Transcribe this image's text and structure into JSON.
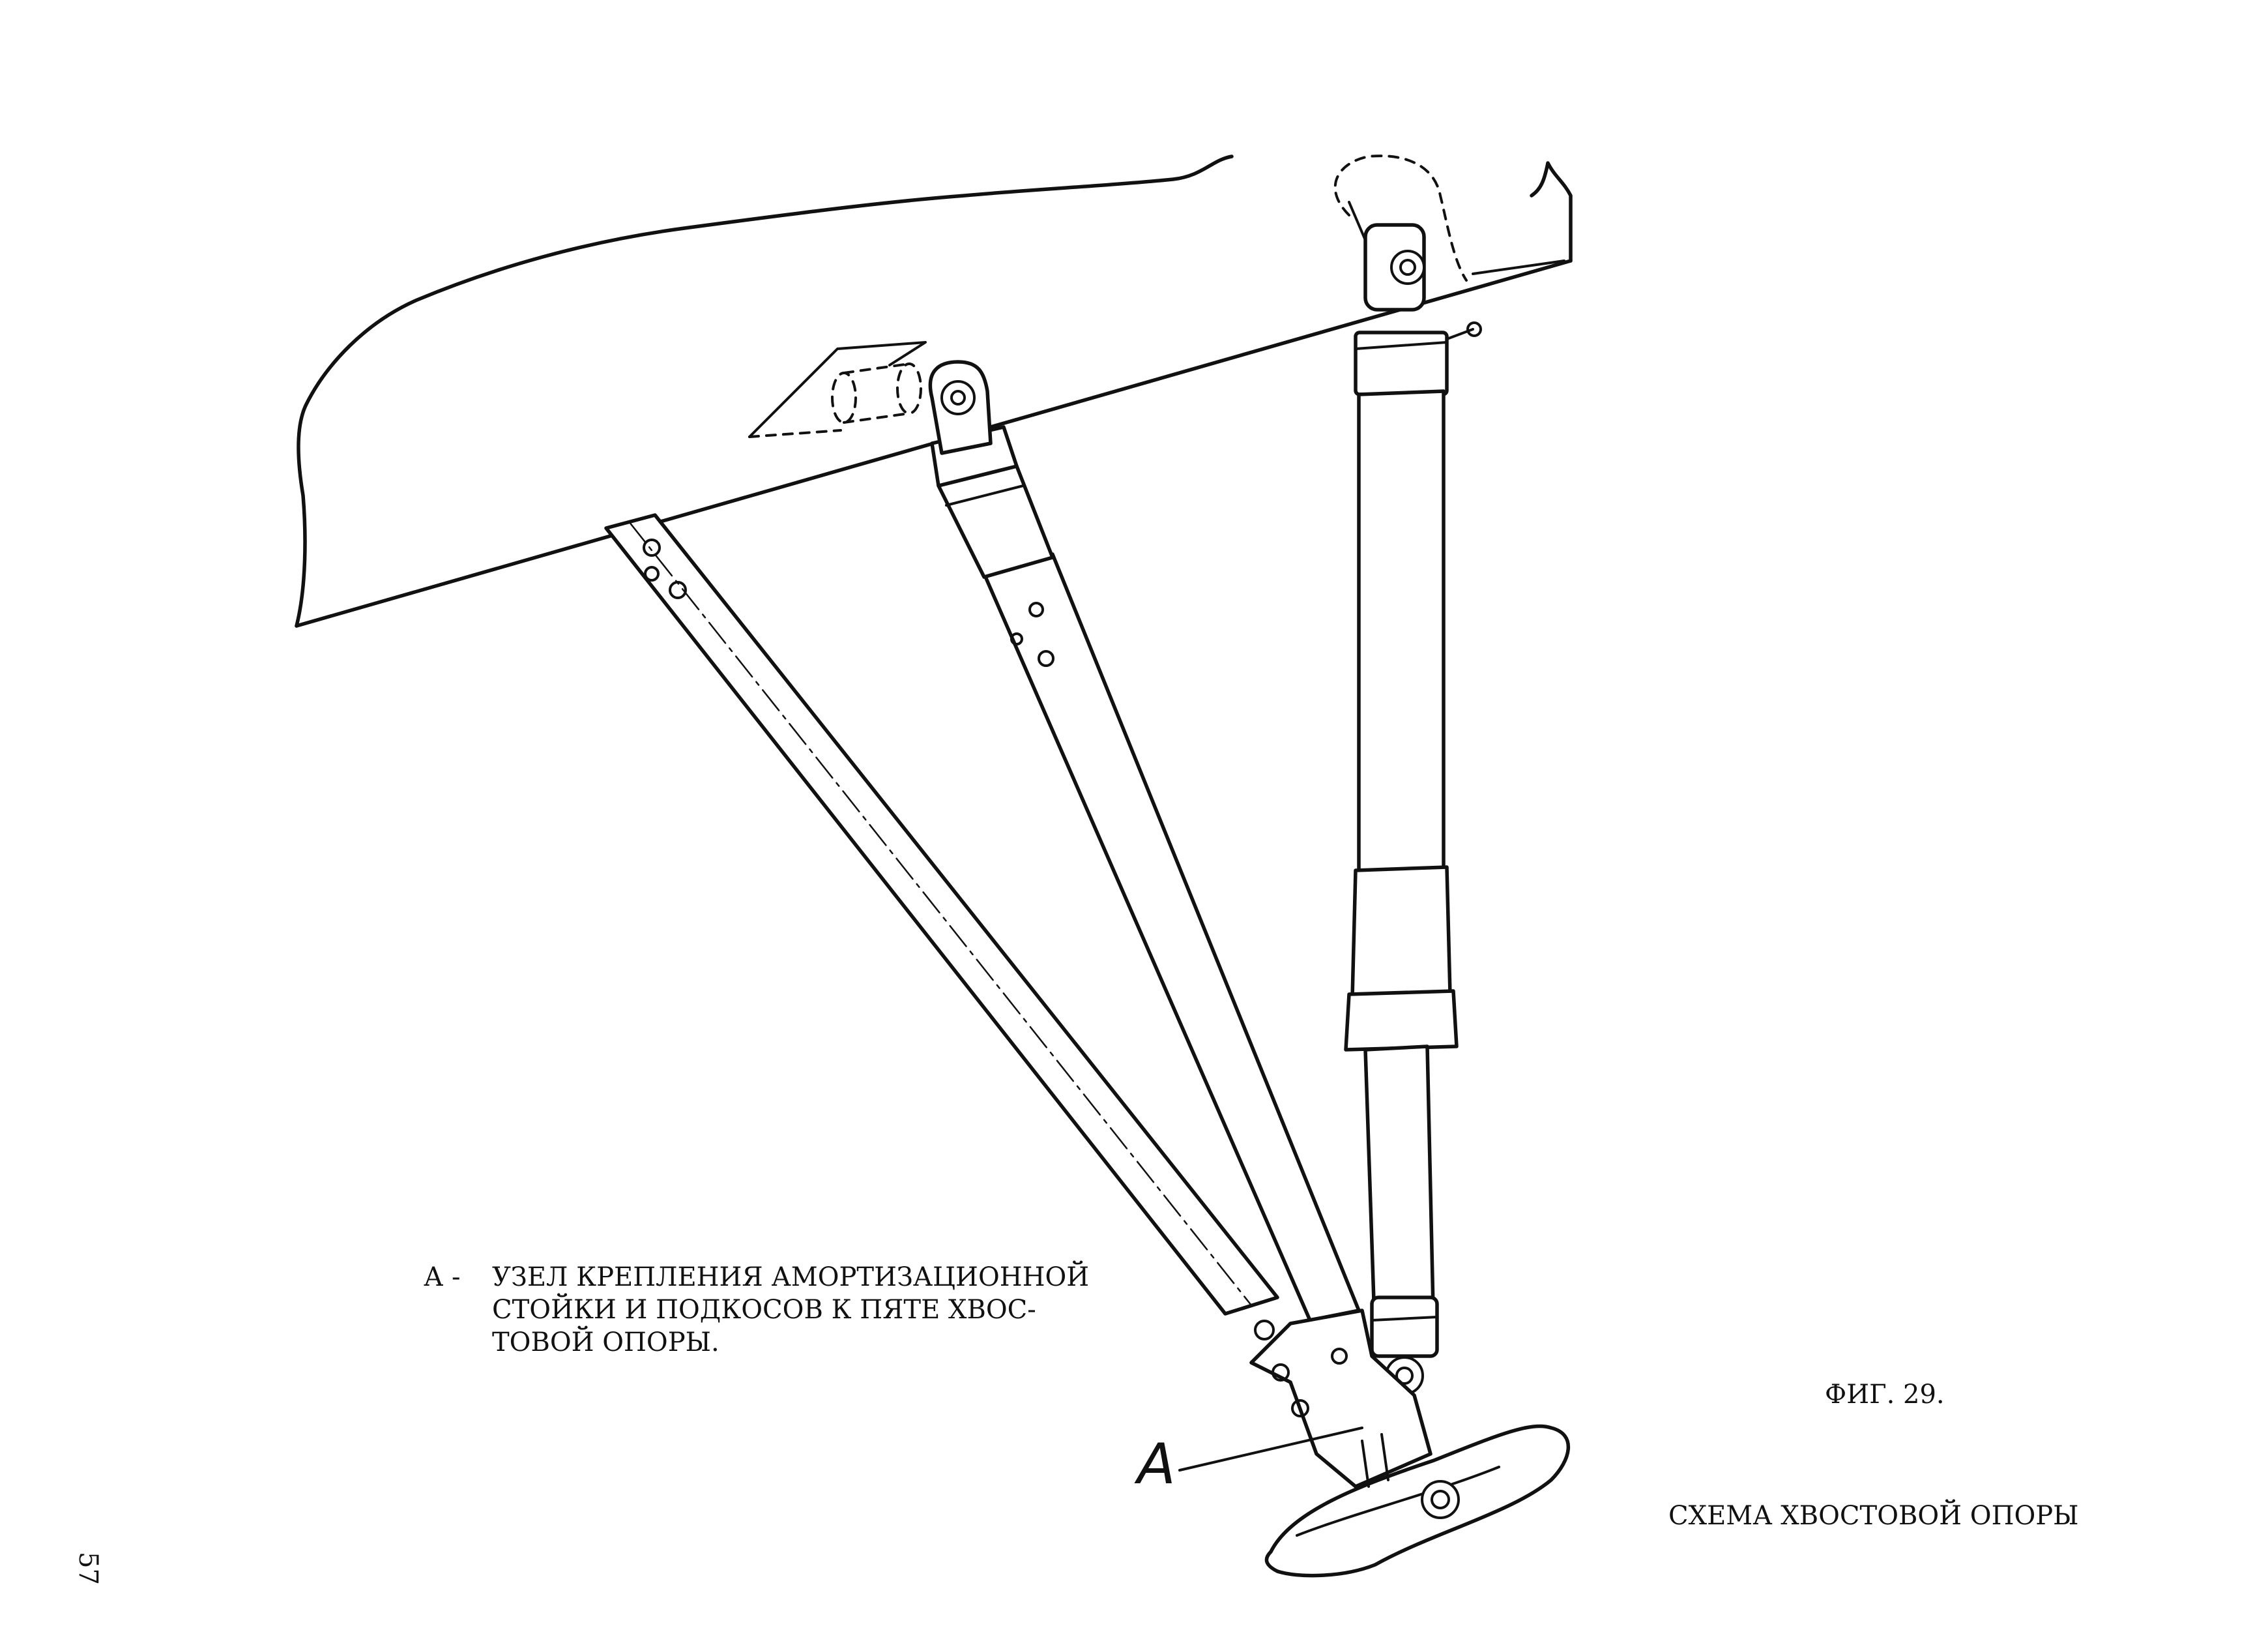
{
  "figure": {
    "legend_key": "А -",
    "legend_lines": [
      "УЗЕЛ КРЕПЛЕНИЯ АМОРТИЗАЦИОННОЙ",
      "СТОЙКИ И ПОДКОСОВ К ПЯТЕ  ХВОС-",
      "ТОВОЙ ОПОРЫ."
    ],
    "callout_letter": "А",
    "figure_number": "ФИГ.  29.",
    "caption": "СХЕМА ХВОСТОВОЙ ОПОРЫ",
    "page_number": "57"
  }
}
